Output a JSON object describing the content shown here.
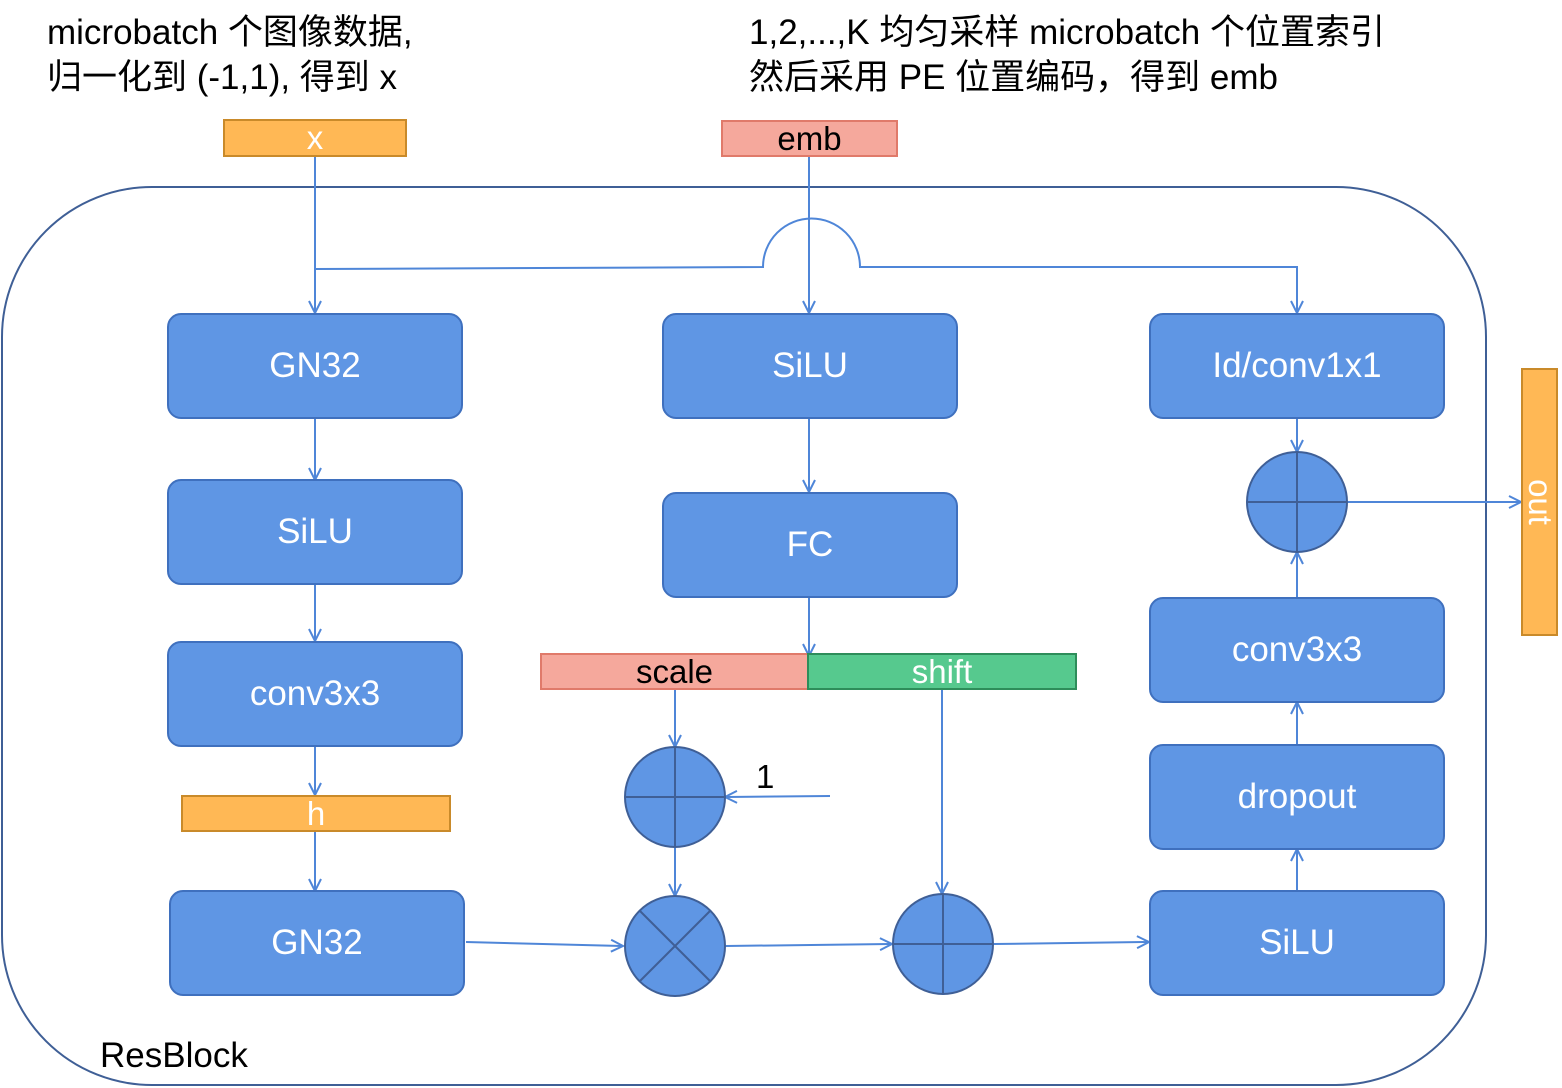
{
  "notes": {
    "left_line1": "microbatch 个图像数据,",
    "left_line2": "归一化到 (-1,1), 得到 x",
    "right_line1": "1,2,...,K 均匀采样 microbatch 个位置索引",
    "right_line2": "然后采用 PE 位置编码，得到 emb"
  },
  "inputs": {
    "x": "x",
    "emb": "emb"
  },
  "left_column": {
    "gn32_top": "GN32",
    "silu": "SiLU",
    "conv": "conv3x3",
    "h": "h",
    "gn32_bottom": "GN32"
  },
  "middle_column": {
    "silu": "SiLU",
    "fc": "FC",
    "scale": "scale",
    "shift": "shift",
    "one": "1"
  },
  "right_column": {
    "id_conv": "Id/conv1x1",
    "conv": "conv3x3",
    "dropout": "dropout",
    "silu": "SiLU"
  },
  "output": "out",
  "container_label": "ResBlock",
  "colors": {
    "block_fill": "#5f96e4",
    "line": "#4f86d8",
    "orange": "#ffb855",
    "pink": "#f5a89c",
    "green": "#56c98e"
  }
}
